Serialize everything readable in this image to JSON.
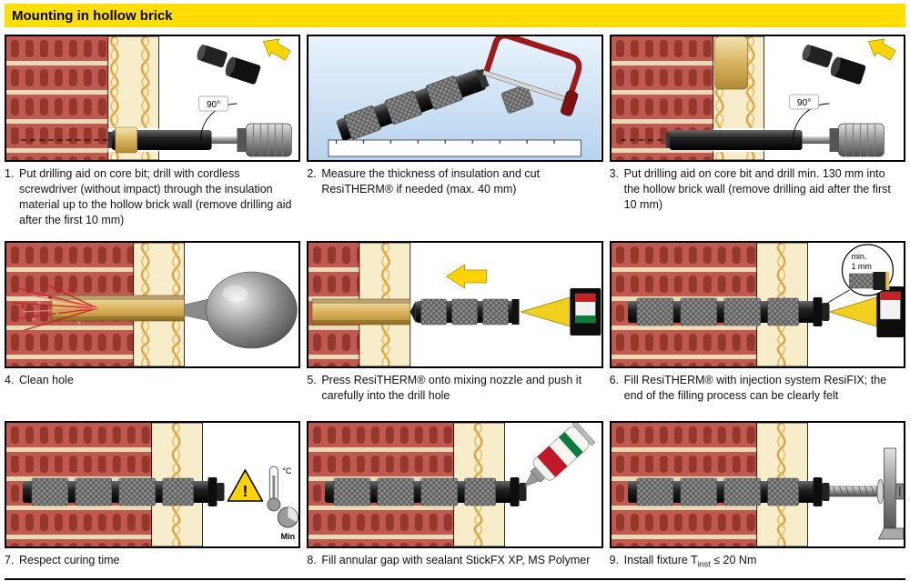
{
  "header": {
    "title": "Mounting in hollow brick"
  },
  "colors": {
    "header_bg": "#ffde00",
    "brick": "#c05a50",
    "brick_slot": "#94382e",
    "mortar": "#e9d9b5",
    "insulation": "#f8edca",
    "insulation_wave": "#dca43e",
    "arrow_yellow": "#ffd400",
    "sky": "#cfe2f3"
  },
  "steps": [
    {
      "num": "1.",
      "caption": "Put drilling aid on core bit; drill with cordless screwdriver (without impact) through the insulation material up to the hollow brick wall (remove drilling aid after the first 10 mm)",
      "angle_label": "90°"
    },
    {
      "num": "2.",
      "caption": "Measure the thickness of insulation and cut ResiTHERM® if needed (max. 40 mm)"
    },
    {
      "num": "3.",
      "caption": "Put drilling aid on core bit and drill min. 130 mm into the hollow brick wall (remove drilling aid after the first 10 mm)",
      "angle_label": "90°"
    },
    {
      "num": "4.",
      "caption": "Clean hole"
    },
    {
      "num": "5.",
      "caption": "Press ResiTHERM® onto mixing nozzle and push it carefully into the drill hole"
    },
    {
      "num": "6.",
      "caption": "Fill ResiTHERM® with injection system ResiFIX; the end of the filling process can be clearly felt",
      "inset_label_line1": "min.",
      "inset_label_line2": "1 mm"
    },
    {
      "num": "7.",
      "caption": "Respect curing time",
      "temp_label": "°C",
      "time_label": "Min"
    },
    {
      "num": "8.",
      "caption": "Fill annular gap with sealant StickFX XP, MS Polymer"
    },
    {
      "num": "9.",
      "caption_before": "Install fixture T",
      "caption_sub": "inst",
      "caption_after": " ≤ 20 Nm"
    }
  ]
}
